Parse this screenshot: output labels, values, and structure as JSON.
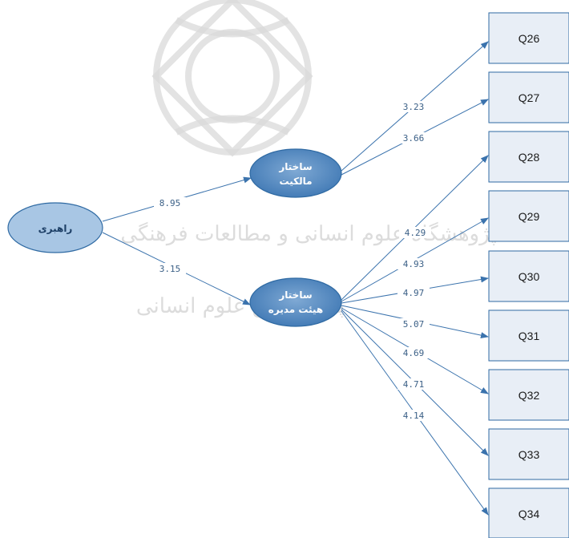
{
  "nodes": {
    "rahbari": "راهبری",
    "malkiyat": [
      "ساختار",
      "مالکیت"
    ],
    "heyat": [
      "ساختار",
      "هیئت مدیره"
    ]
  },
  "indicators": [
    "Q26",
    "Q27",
    "Q28",
    "Q29",
    "Q30",
    "Q31",
    "Q32",
    "Q33",
    "Q34"
  ],
  "paths": {
    "rahbari_to_malkiyat": "8.95",
    "rahbari_to_heyat": "3.15"
  },
  "loadings": {
    "Q26": "3.23",
    "Q27": "3.66",
    "Q28": "4.29",
    "Q29": "4.93",
    "Q30": "4.97",
    "Q31": "5.07",
    "Q32": "4.69",
    "Q33": "4.71",
    "Q34": "4.14"
  },
  "watermark": [
    "پژوهشگاه علوم انسانی و مطالعات فرهنگی",
    "پرتال جامع علوم انسانی"
  ],
  "colors": {
    "edge": "#3b73ad",
    "node": "#2f6aa3",
    "box_fill": "#e8eef6"
  }
}
